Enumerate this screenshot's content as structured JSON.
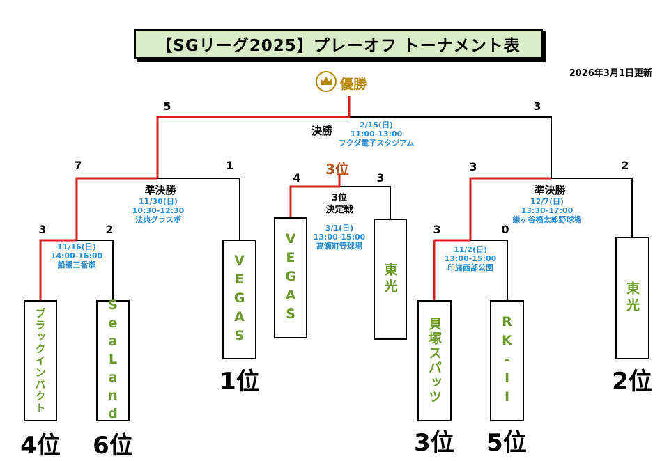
{
  "title": "【SGリーグ2025】プレーオフ トーナメント表",
  "update_date": "2026年3月1日更新",
  "champion_label": "優勝",
  "third_place_label": "3位",
  "final": {
    "round": "決勝",
    "date": "2/15(日)",
    "time": "11:00-13:00",
    "venue": "フクダ電子スタジアム",
    "score_left": "5",
    "score_right": "3"
  },
  "semifinal_left": {
    "round": "準決勝",
    "date": "11/30(日)",
    "time": "10:30-12:30",
    "venue": "法典グラスポ",
    "score_left": "7",
    "score_right": "1"
  },
  "semifinal_right": {
    "round": "準決勝",
    "date": "12/7(日)",
    "time": "13:30-17:00",
    "venue": "鎌ヶ谷福太郎野球場",
    "score_left": "3",
    "score_right": "2"
  },
  "third_place_match": {
    "round_line1": "3位",
    "round_line2": "決定戦",
    "date": "3/1(日)",
    "time": "13:00-15:00",
    "venue": "高瀬町野球場",
    "score_left": "4",
    "score_right": "3"
  },
  "first_round_left": {
    "date": "11/16(日)",
    "time": "14:00-16:00",
    "venue": "船橋三番瀬",
    "score_left": "3",
    "score_right": "2"
  },
  "first_round_right": {
    "date": "11/2(日)",
    "time": "13:00-15:00",
    "venue": "印旛西部公園",
    "score_left": "3",
    "score_right": "0"
  },
  "teams": [
    {
      "name": "ブラックインパクト",
      "rank": "4位"
    },
    {
      "name": "SeaLand",
      "rank": "6位"
    },
    {
      "name": "VEGAS",
      "rank": "1位"
    },
    {
      "name": "VEGAS"
    },
    {
      "name": "東光"
    },
    {
      "name": "貝塚スパッツ",
      "rank": "3位"
    },
    {
      "name": "RK-II",
      "rank": "5位"
    },
    {
      "name": "東光",
      "rank": "2位"
    }
  ],
  "colors": {
    "winner_line": "#d42020",
    "line": "#000000",
    "info_text": "#2f8fd0",
    "team_text": "#6a9a2a",
    "title_bg": "#d9ebc7",
    "champion": "#b8860b",
    "third_label": "#b5521b"
  },
  "icons": [
    "crown-icon"
  ]
}
